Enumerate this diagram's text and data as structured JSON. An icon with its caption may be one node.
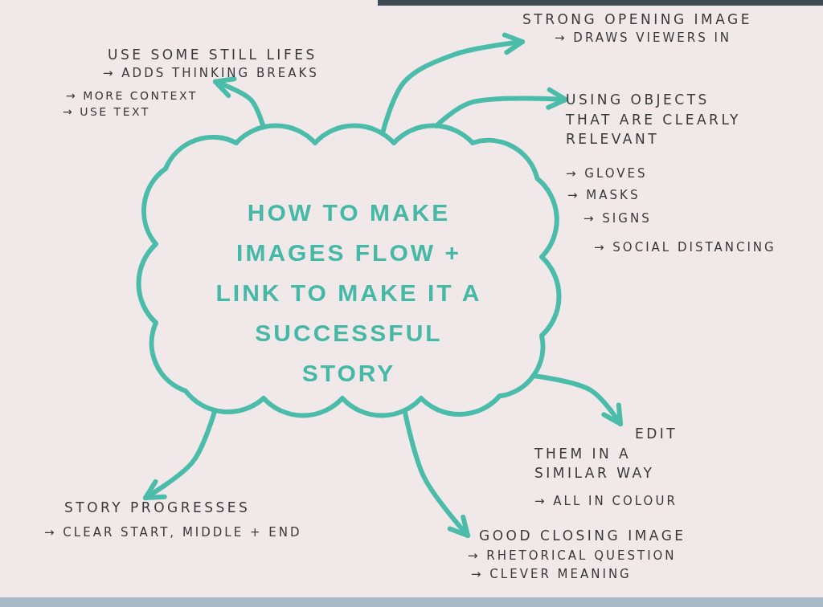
{
  "diagram": {
    "nodes": [
      {
        "text": [
          "HOW TO MAKE IMAGES FLOW + LINK TO MAKE IT A SUCCESSFUL STORY"
        ]
      },
      {
        "text": [
          "USE SOME STILL LIFES",
          "→ ADDS THINKING BREAKS"
        ],
        "beside": [
          "→ MORE CONTEXT",
          "→ USE TEXT"
        ]
      },
      {
        "text": [
          "STRONG OPENING IMAGE",
          "→ DRAWS VIEWERS IN"
        ]
      },
      {
        "text": [
          "USING OBJECTS THAT ARE CLEARLY RELEVANT",
          "→ GLOVES",
          "→ MASKS",
          "→ SIGNS",
          "→ SOCIAL DISTANCING"
        ]
      },
      {
        "text": [
          "EDIT THEM IN A SIMILAR WAY",
          "→ ALL IN COLOUR"
        ]
      },
      {
        "text": [
          "GOOD CLOSING IMAGE",
          "→ RHETORICAL QUESTION",
          "→ CLEVER MEANING"
        ]
      },
      {
        "text": [
          "STORY PROGRESSES",
          "→ CLEAR START, MIDDLE + END"
        ]
      }
    ],
    "edges": [
      {
        "from": 0,
        "to": 1,
        "arrow": "to"
      },
      {
        "from": 0,
        "to": 2,
        "arrow": "to"
      },
      {
        "from": 0,
        "to": 3,
        "arrow": "to"
      },
      {
        "from": 0,
        "to": 4,
        "arrow": "to"
      },
      {
        "from": 0,
        "to": 5,
        "arrow": "to"
      },
      {
        "from": 0,
        "to": 6,
        "arrow": "to"
      }
    ]
  }
}
